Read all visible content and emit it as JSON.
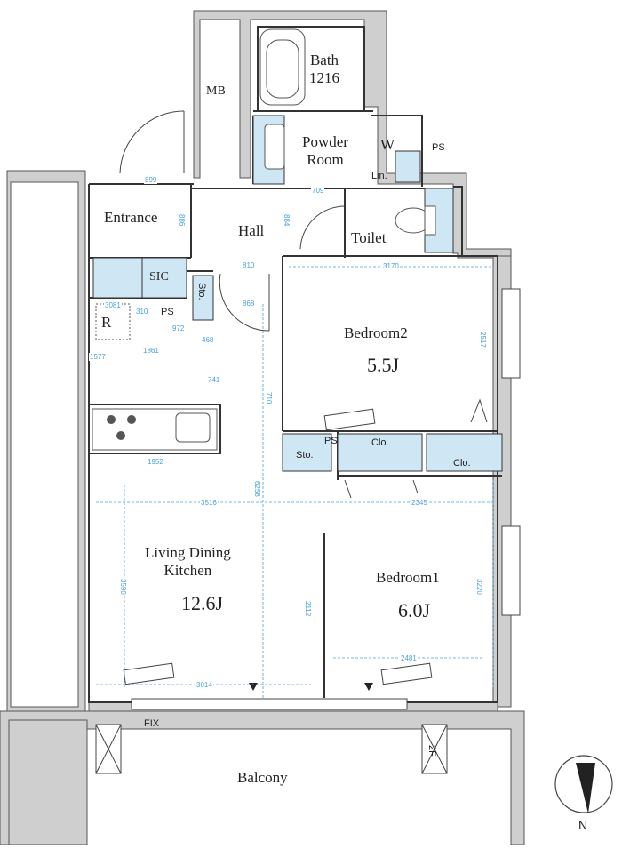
{
  "rooms": {
    "mb": "MB",
    "bath": [
      "Bath",
      "1216"
    ],
    "powder_room": [
      "Powder",
      "Room"
    ],
    "washer": "W",
    "ps_top": "PS",
    "linen": "Lin.",
    "entrance": "Entrance",
    "hall": "Hall",
    "toilet": "Toilet",
    "sic": "SIC",
    "storage_hall": "Sto.",
    "ps_kitchen": "PS",
    "refrigerator": "R",
    "bedroom2": {
      "name": "Bedroom2",
      "size": "5.5J"
    },
    "storage_bed2": "Sto.",
    "ps_bed2": "PS",
    "closet_bed2": "Clo.",
    "closet_bed1": "Clo.",
    "living": {
      "name_line1": "Living Dining",
      "name_line2": "Kitchen",
      "size": "12.6J"
    },
    "bedroom1": {
      "name": "Bedroom1",
      "size": "6.0J"
    },
    "fix": "FIX",
    "balcony": "Balcony",
    "unit_2f": "2F"
  },
  "dimensions": {
    "entrance_width": "899",
    "entrance_depth": "886",
    "hall_depth": "884",
    "powder_width": "709",
    "hall_width": "810",
    "hall_passage": "868",
    "bedroom2_width": "3170",
    "bedroom2_depth": "2517",
    "kitchen_a": "3081",
    "kitchen_b": "310",
    "kitchen_c": "972",
    "kitchen_d": "468",
    "kitchen_e": "1577",
    "kitchen_f": "1861",
    "kitchen_g": "741",
    "kitchen_h": "710",
    "counter_width": "1952",
    "ldk_total_depth": "6258",
    "ldk_width": "3516",
    "bedroom1_width": "2345",
    "ldk_depth": "3590",
    "bedroom1_depth": "3220",
    "passage_depth": "2112",
    "ldk_window": "3014",
    "bedroom1_window": "2481"
  },
  "compass": {
    "north": "N",
    "icon": "north-arrow-icon"
  },
  "colors": {
    "wall": "#cfcfcf",
    "accent": "#cfe6f5",
    "dimension": "#4aa0d8",
    "line": "#333333"
  }
}
